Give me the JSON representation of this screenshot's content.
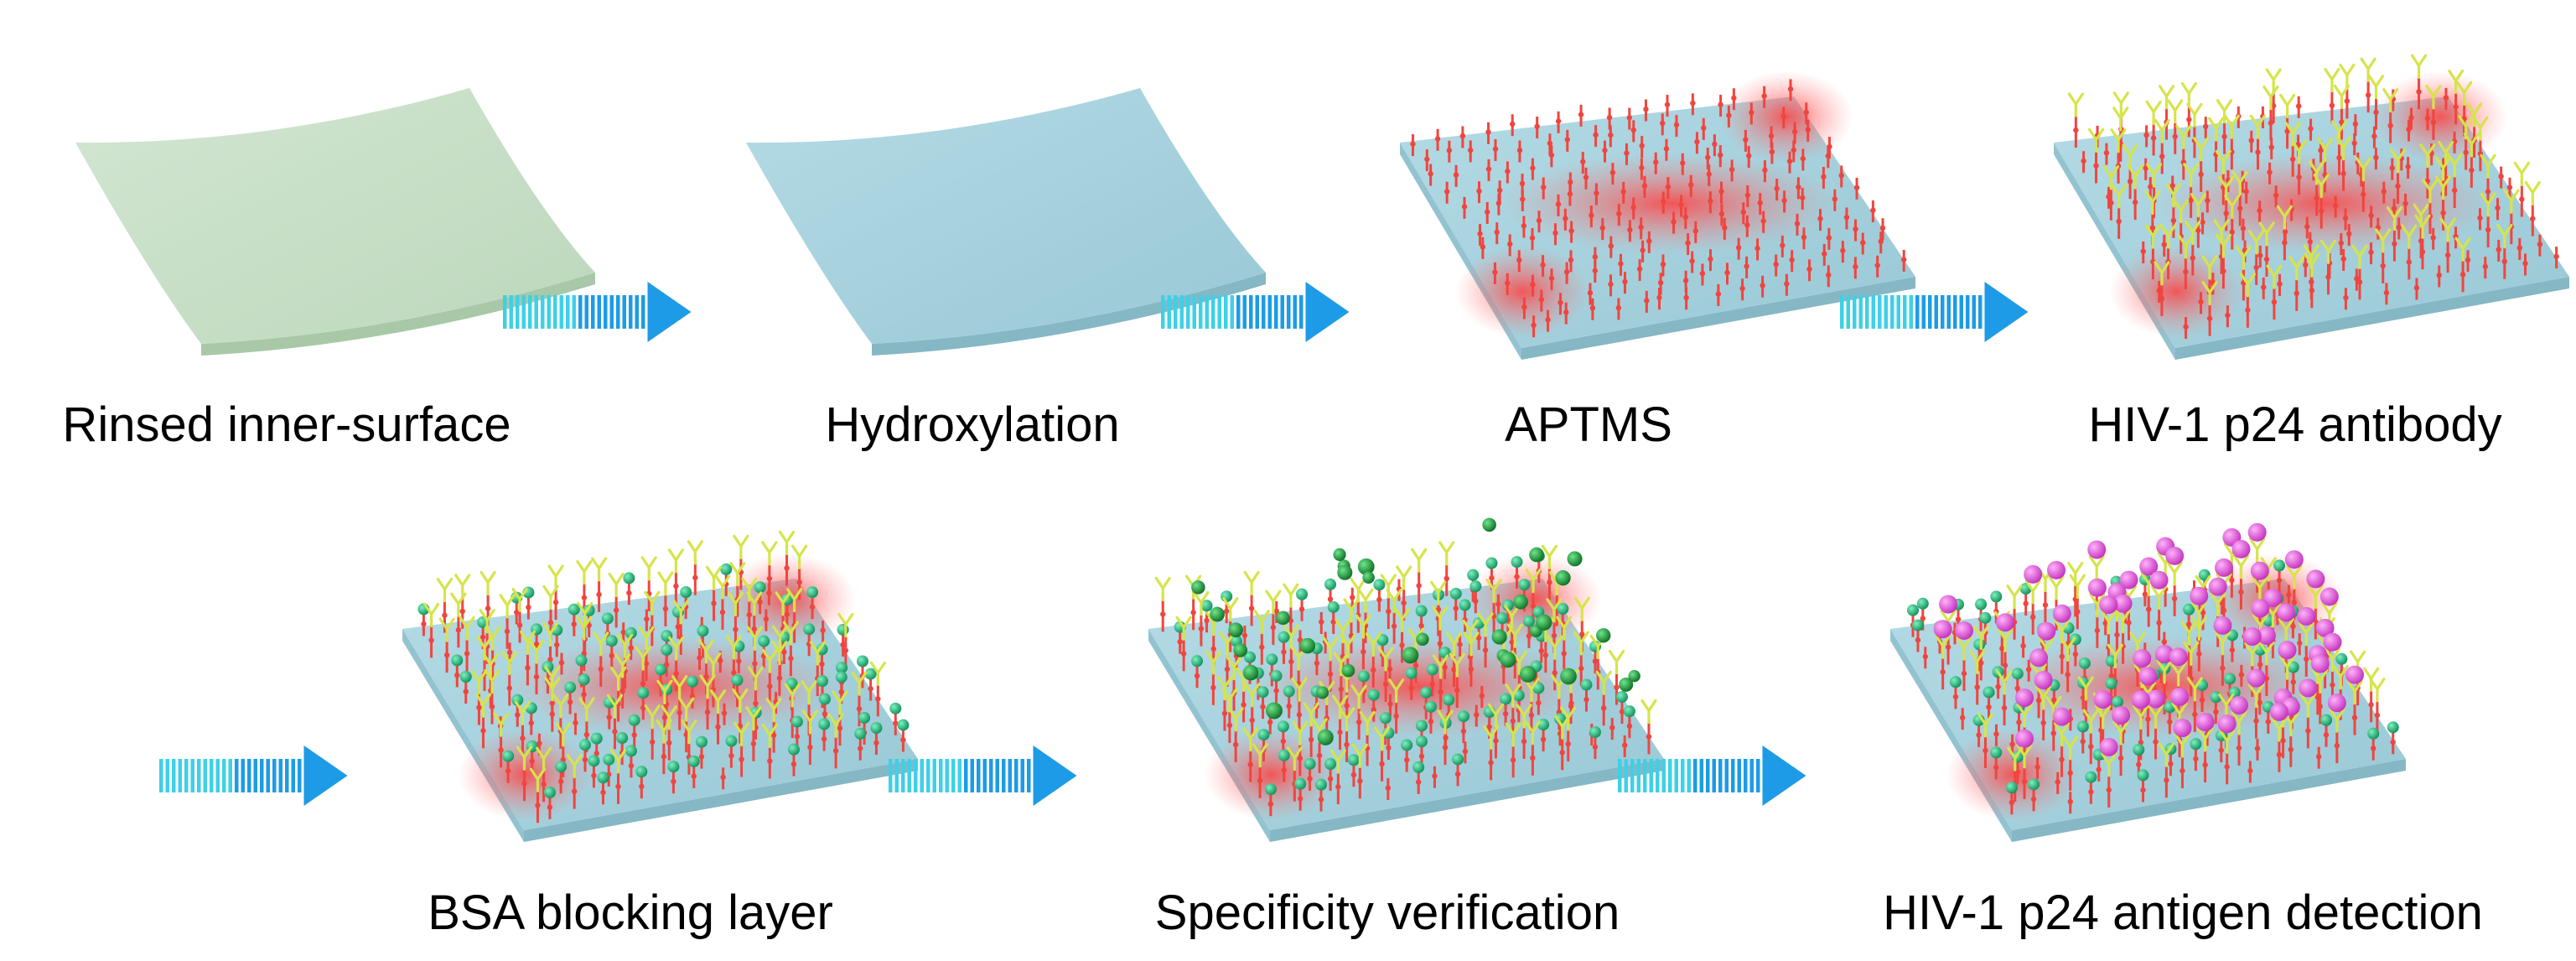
{
  "steps": [
    {
      "id": "rinsed",
      "label": "Rinsed inner-surface",
      "surface": "green",
      "layers": []
    },
    {
      "id": "hydroxylation",
      "label": "Hydroxylation",
      "surface": "blue",
      "layers": []
    },
    {
      "id": "aptms",
      "label": "APTMS",
      "surface": "blue",
      "layers": [
        "aptms"
      ]
    },
    {
      "id": "antibody",
      "label": "HIV-1 p24 antibody",
      "surface": "blue",
      "layers": [
        "aptms",
        "antibody"
      ]
    },
    {
      "id": "bsa",
      "label": "BSA blocking layer",
      "surface": "blue",
      "layers": [
        "aptms",
        "antibody",
        "bsa"
      ]
    },
    {
      "id": "specificity",
      "label": "Specificity verification",
      "surface": "blue",
      "layers": [
        "aptms",
        "antibody",
        "bsa",
        "nonspecific"
      ]
    },
    {
      "id": "antigen",
      "label": "HIV-1 p24 antigen detection",
      "surface": "blue",
      "layers": [
        "aptms",
        "antibody",
        "bsa",
        "antigen"
      ]
    }
  ],
  "colors": {
    "green_surface": "#cfe3cf",
    "blue_surface": "#a9d4df",
    "arrow": "#1e9be6",
    "arrow_dash": "#3fd0e6",
    "aptms_linker": "#f0453f",
    "antibody": "#d6e44a",
    "bsa": "#1fb57a",
    "nonspecific_protein": "#1d9a3a",
    "p24_antigen": "#ea4fe0",
    "glow": "#ff5a5a"
  },
  "icons": [
    "process-arrow-icon",
    "substrate-plate-icon",
    "aptms-linker-icon",
    "antibody-icon",
    "bsa-sphere-icon",
    "antigen-sphere-icon"
  ]
}
